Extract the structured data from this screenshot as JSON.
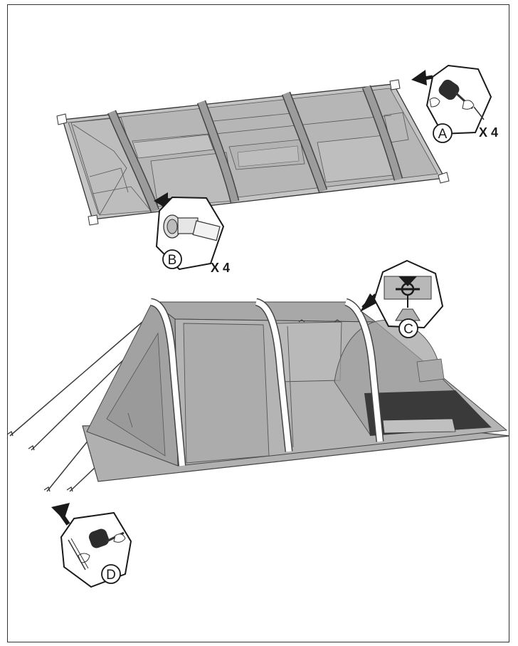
{
  "callouts": {
    "a": {
      "letter": "A",
      "quantity": "X 4",
      "icon": "mallet-peg-icon"
    },
    "b": {
      "letter": "B",
      "quantity": "X 4",
      "icon": "inflation-valve-icon"
    },
    "c": {
      "letter": "C",
      "icon": "toggle-hook-icon"
    },
    "d": {
      "letter": "D",
      "icon": "mallet-peg-icon"
    }
  },
  "colors": {
    "tent_fabric": "#b4b4b4",
    "tent_dark": "#8f8f8f",
    "tube": "#ffffff",
    "inner_dark": "#3a3a3a",
    "line": "#333333"
  }
}
